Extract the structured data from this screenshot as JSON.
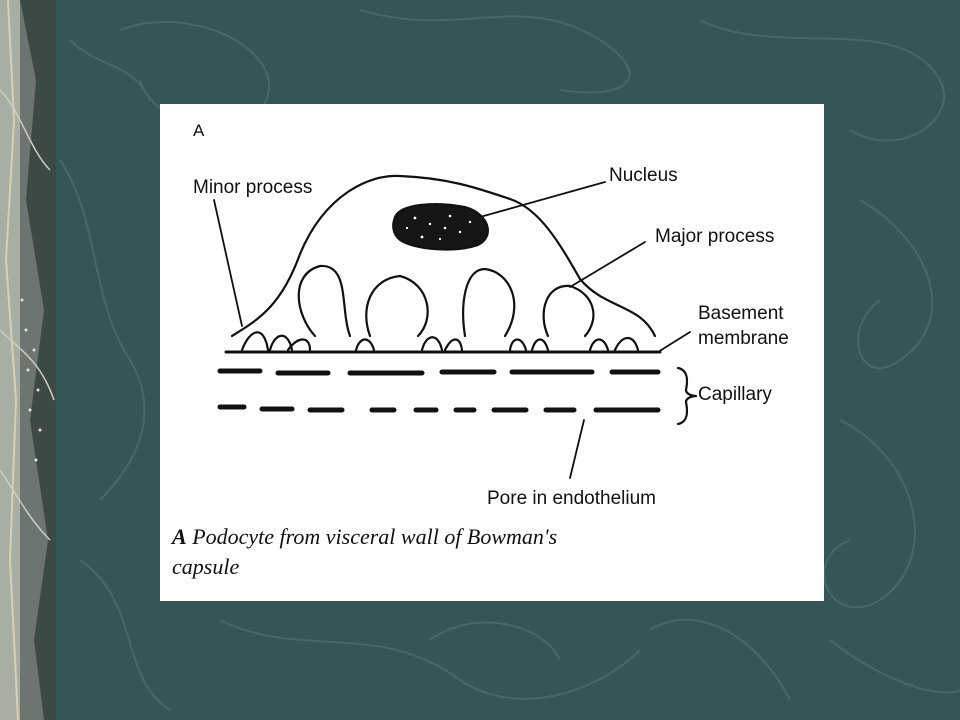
{
  "colors": {
    "background": "#355656",
    "swirl_lines": "#4a6e6e",
    "panel": "#ffffff",
    "ink": "#111111"
  },
  "figure": {
    "panel_letter": "A",
    "labels": {
      "minor_process": "Minor process",
      "nucleus": "Nucleus",
      "major_process": "Major process",
      "basement_line1": "Basement",
      "basement_line2": "membrane",
      "capillary": "Capillary",
      "pore": "Pore in endothelium"
    },
    "caption": {
      "bold_lead": "A",
      "text_line1": " Podocyte from visceral wall of Bowman's",
      "text_line2": "capsule"
    }
  }
}
